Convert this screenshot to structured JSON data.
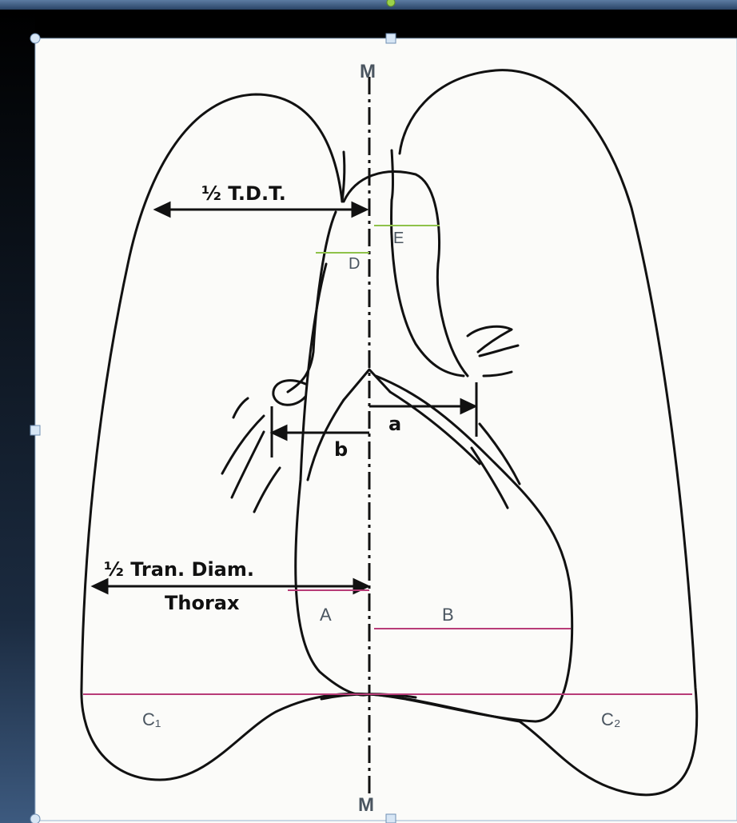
{
  "diagram": {
    "labels": {
      "midline_top": "M",
      "midline_bottom": "M",
      "half_tdt": "½ T.D.T.",
      "half_trans_diam": "½ Tran. Diam.",
      "thorax": "Thorax",
      "a": "a",
      "b": "b",
      "A": "A",
      "B": "B",
      "C1": "C₁",
      "C2": "C₂",
      "D": "D",
      "E": "E"
    },
    "colors": {
      "window_frame": "#000000",
      "window_top_gradient": "#3d5a7f",
      "paper": "#fbfbf9",
      "ink": "#111111",
      "overlay_label": "#4a5560",
      "line_magenta": "#b83c78",
      "line_green": "#8fc24a",
      "selection_handle": "#d7e6f5"
    }
  }
}
